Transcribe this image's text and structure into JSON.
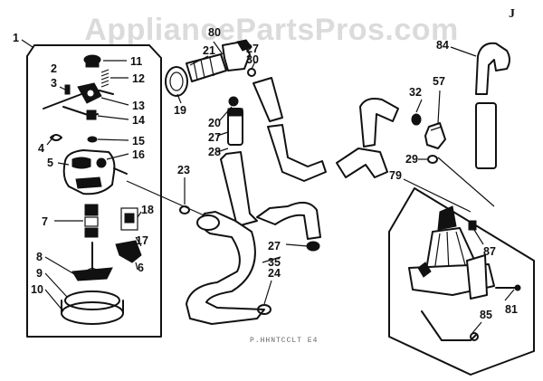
{
  "watermark": "AppliancePartsPros.com",
  "page_mark": "J",
  "caption": "P.HHNTCCLT  E4",
  "callouts": {
    "c1": "1",
    "c2": "2",
    "c3": "3",
    "c4": "4",
    "c5": "5",
    "c6": "6",
    "c7": "7",
    "c8": "8",
    "c9": "9",
    "c10": "10",
    "c11": "11",
    "c12": "12",
    "c13": "13",
    "c14": "14",
    "c15": "15",
    "c16": "16",
    "c17": "17",
    "c18": "18",
    "c19": "19",
    "c20": "20",
    "c21": "21",
    "c23": "23",
    "c24": "24",
    "c27a": "27",
    "c27b": "27",
    "c27c": "27",
    "c28": "28",
    "c29": "29",
    "c30": "30",
    "c32": "32",
    "c35": "35",
    "c57": "57",
    "c79": "79",
    "c80": "80",
    "c81": "81",
    "c84": "84",
    "c85": "85",
    "c87": "87"
  }
}
